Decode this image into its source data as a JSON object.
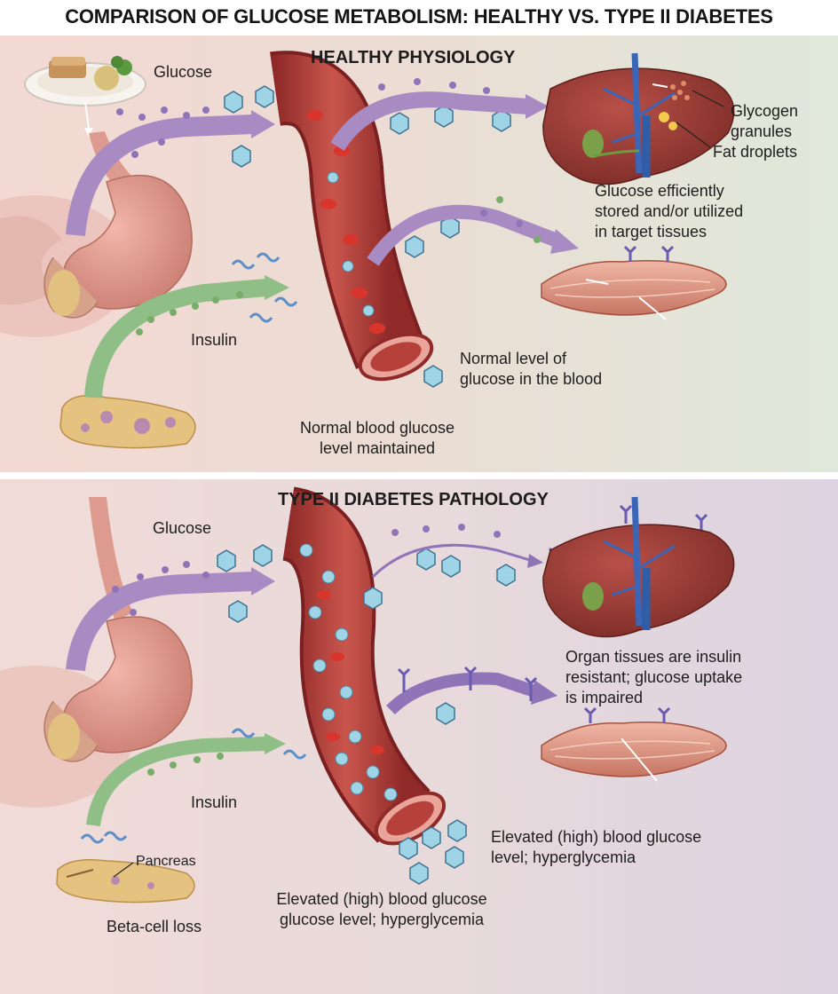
{
  "title": "COMPARISON OF GLUCOSE METABOLISM: HEALTHY VS. TYPE II DIABETES",
  "colors": {
    "glucose_arrow": "#a98bc4",
    "insulin_arrow": "#8fbf86",
    "vessel": "#b8433e",
    "liver": "#9c3c34",
    "muscle": "#e0a394",
    "pancreas": "#e6c280",
    "glucose_molecule": "#9fd3e6"
  },
  "healthy": {
    "heading": "HEALTHY PHYSIOLOGY",
    "glucose_label": "Glucose",
    "insulin_label": "Insulin",
    "liver_label_1": "Glycogen",
    "liver_label_2": "granules",
    "liver_label_3": "Fat droplets",
    "tissue_line_1": "Glucose efficiently",
    "tissue_line_2": "stored and/or utilized",
    "tissue_line_3": "in target tissues",
    "blood_line_1": "Normal level of",
    "blood_line_2": "glucose in the blood",
    "maintained_line_1": "Normal blood glucose",
    "maintained_line_2": "level maintained"
  },
  "diabetes": {
    "heading": "TYPE II DIABETES PATHOLOGY",
    "glucose_label": "Glucose",
    "insulin_label": "Insulin",
    "pancreas_label": "Pancreas",
    "beta_label": "Beta-cell loss",
    "resist_line_1": "Organ tissues are insulin",
    "resist_line_2": "resistant; glucose uptake",
    "resist_line_3": "is impaired",
    "elevated_right_1": "Elevated (high) blood glucose",
    "elevated_right_2": "level; hyperglycemia",
    "elevated_bottom_1": "Elevated (high) blood glucose",
    "elevated_bottom_2": "glucose level; hyperglycemia"
  }
}
